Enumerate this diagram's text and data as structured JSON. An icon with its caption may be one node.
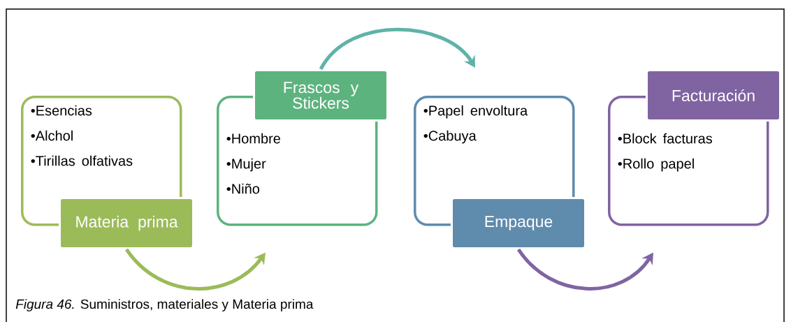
{
  "diagram": {
    "caption": "*Figura 46.*  Suministros, materiales y Materia prima",
    "nodes": [
      {
        "text": [
          "•Esencias",
          "•Alchol",
          "•Tirillas olfativas"
        ]
      },
      {
        "text": [
          "Materia prima"
        ]
      },
      {
        "text": [
          "Frascos y Stickers"
        ]
      },
      {
        "text": [
          "•Hombre",
          "•Mujer",
          "•Niño"
        ]
      },
      {
        "text": [
          "•Papel envoltura",
          "•Cabuya"
        ]
      },
      {
        "text": [
          "Empaque"
        ]
      },
      {
        "text": [
          "Facturación"
        ]
      },
      {
        "text": [
          "•Block facturas",
          "•Rollo papel"
        ]
      }
    ],
    "edges": [
      {
        "from": 1,
        "to": 3,
        "arrow": "to",
        "color": "#9bbb59"
      },
      {
        "from": 2,
        "to": 4,
        "arrow": "to",
        "color": "#5fb3a9"
      },
      {
        "from": 5,
        "to": 7,
        "arrow": "to",
        "color": "#8064a2"
      }
    ]
  }
}
